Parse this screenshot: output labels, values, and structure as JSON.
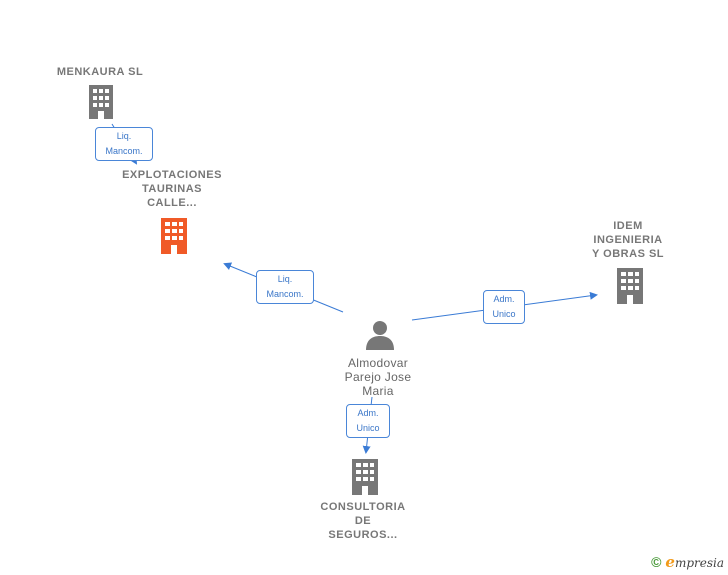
{
  "nodes": {
    "menkaura": {
      "label": "MENKAURA SL"
    },
    "explotaciones": {
      "label": "EXPLOTACIONES\nTAURINAS\nCALLE..."
    },
    "idem": {
      "label": "IDEM\nINGENIERIA\nY OBRAS SL"
    },
    "person": {
      "label": "Almodovar\nParejo Jose\nMaria"
    },
    "consultoria": {
      "label": "CONSULTORIA\nDE\nSEGUROS..."
    }
  },
  "edges": {
    "menkaura_explotaciones": "Liq.\nMancom.",
    "person_explotaciones": "Liq.\nMancom.",
    "person_idem": "Adm.\nUnico",
    "person_consultoria": "Adm.\nUnico"
  },
  "footer": {
    "copyright": "©",
    "brand_initial": "e",
    "brand_rest": "mpresia"
  },
  "colors": {
    "building": "#777777",
    "highlight": "#f05a28",
    "edge": "#3a7bd5"
  }
}
